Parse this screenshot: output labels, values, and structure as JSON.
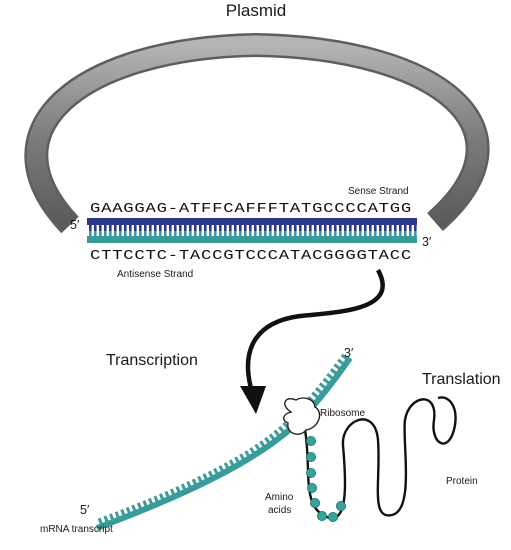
{
  "title": "Plasmid",
  "dna": {
    "end_5_prime": "5′",
    "end_3_prime": "3′",
    "sense_sequence": "GAAGGAG-ATFFCAFFFTATGCCCCATGG",
    "antisense_sequence": "CTTCCTC-TACCGTCCCATACGGGGTACC",
    "sense_label": "Sense Strand",
    "antisense_label": "Antisense Strand"
  },
  "transcription_label": "Transcription",
  "translation_label": "Translation",
  "mrna": {
    "end_3_prime": "3′",
    "end_5_prime": "5′",
    "label": "mRNA transcript"
  },
  "ribosome_label": "Ribosome",
  "amino_acids_label": [
    "Amino",
    "acids"
  ],
  "protein_label": "Protein",
  "colors": {
    "plasmid": "#8a8a8a",
    "sense_strand": "#2b3a8c",
    "antisense_strand": "#3a9c9a",
    "mrna": "#3a9c9a",
    "amino_acid": "#35a39e",
    "arrow": "#111111"
  }
}
